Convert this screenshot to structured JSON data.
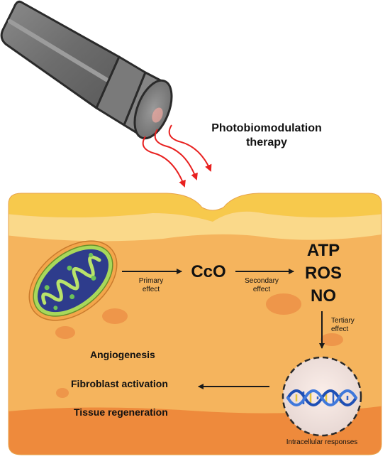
{
  "therapy": {
    "line1": "Photobiomodulation",
    "line2": "therapy"
  },
  "steps": {
    "primary": {
      "line1": "Primary",
      "line2": "effect"
    },
    "secondary": {
      "line1": "Secondary",
      "line2": "effect"
    },
    "tertiary": {
      "line1": "Tertiary",
      "line2": "effect"
    }
  },
  "molecules": {
    "cco": "CcO",
    "atp": "ATP",
    "ros": "ROS",
    "no": "NO"
  },
  "outcomes": [
    "Angiogenesis",
    "Fibroblast activation",
    "Tissue regeneration"
  ],
  "intracellular": "Intracellular responses",
  "colors": {
    "skin_top": "#f7c94c",
    "skin_mid": "#f5b45d",
    "skin_deep": "#ee8a3c",
    "light_rays": "#e8201f",
    "mitochondrion": "#2e3c8c",
    "cristae": "#b9e36a",
    "dna_blue": "#2f62c8",
    "dna_yellow": "#e2c23a"
  },
  "icons": [
    "laser-device-icon",
    "light-ray-icon",
    "mitochondrion-icon",
    "dna-icon"
  ]
}
